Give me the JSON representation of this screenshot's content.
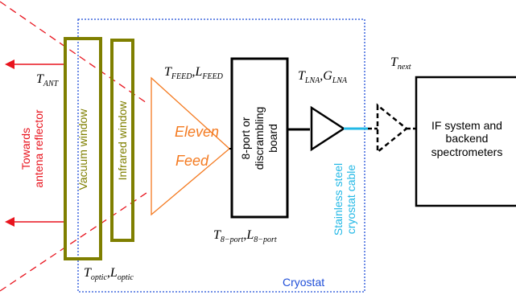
{
  "labels": {
    "towards": "Towards",
    "reflector": "antena reflector",
    "vacuum": "Vacuum window",
    "infrared": "Infrared window",
    "eleven": "Eleven",
    "feed": "Feed",
    "port1": "8-port or",
    "port2": "discrambling",
    "port3": "board",
    "cable1": "Stainless steel",
    "cable2": "cryostat cable",
    "if1": "IF system and",
    "if2": "backend",
    "if3": "spectrometers",
    "cryostat": "Cryostat"
  },
  "math": {
    "t_ant": {
      "main": "T",
      "sub": "ANT"
    },
    "t_feed": {
      "main": "T",
      "sub": "FEED"
    },
    "l_feed": {
      "main": "L",
      "sub": "FEED"
    },
    "t_lna": {
      "main": "T",
      "sub": "LNA"
    },
    "g_lna": {
      "main": "G",
      "sub": "LNA"
    },
    "t_next": {
      "main": "T",
      "sub": "next"
    },
    "t_8port": {
      "main": "T",
      "sub": "8−port"
    },
    "l_8port": {
      "main": "L",
      "sub": "8−port"
    },
    "t_optic": {
      "main": "T",
      "sub": "optic"
    },
    "l_optic": {
      "main": "L",
      "sub": "optic"
    },
    "comma": ","
  },
  "colors": {
    "red": "#e8141e",
    "olive": "#7f7f00",
    "orange": "#f47a20",
    "blue": "#1f4ed8",
    "cyan": "#22b8e6",
    "black": "#000000"
  }
}
